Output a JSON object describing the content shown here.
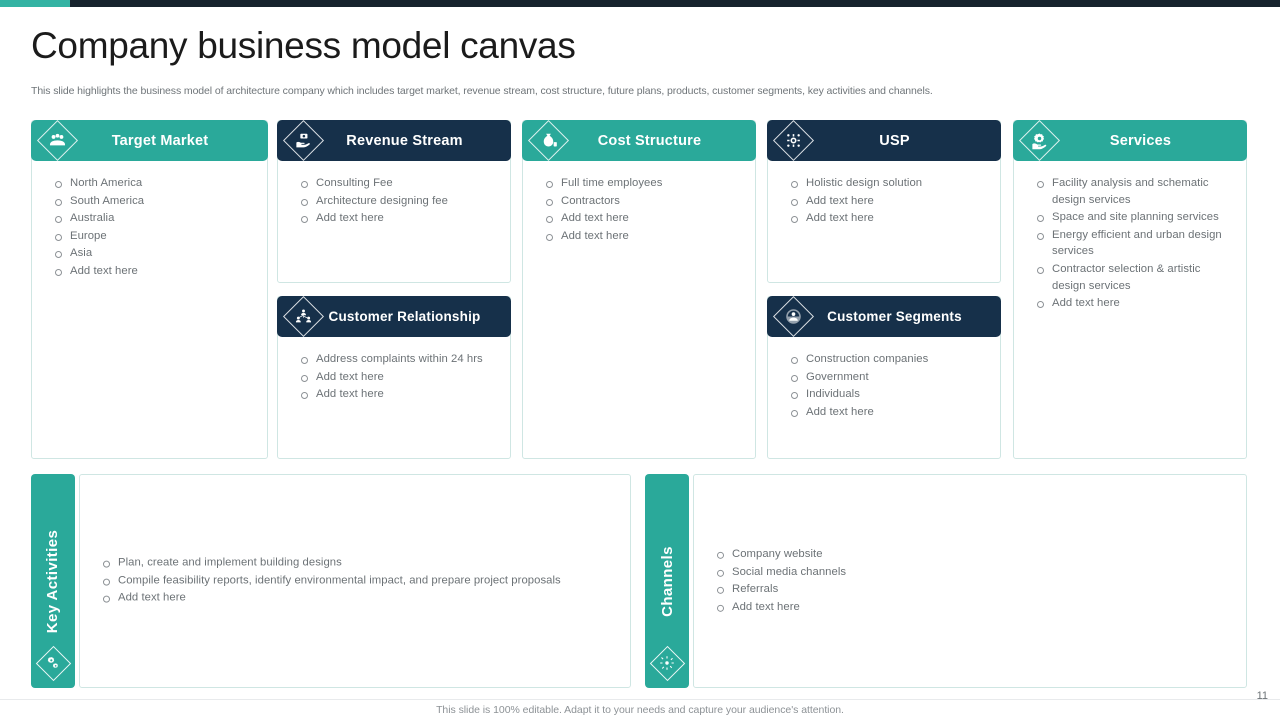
{
  "topbar": {
    "teal": "#34b3a3",
    "navy": "#16232e"
  },
  "header": {
    "title": "Company business model canvas",
    "subtitle": "This slide highlights the business model of architecture company which includes target market, revenue stream, cost structure, future plans, products, customer segments, key activities and channels."
  },
  "colors": {
    "teal": "#2aa99a",
    "navy": "#16304a",
    "border": "#cfe6e3",
    "body_text": "#6c7276"
  },
  "cards": [
    {
      "id": "target-market",
      "title": "Target Market",
      "icon": "people-group-icon",
      "theme": "teal",
      "items": [
        "North America",
        "South America",
        "Australia",
        "Europe",
        "Asia",
        "Add text here"
      ]
    },
    {
      "id": "revenue-stream",
      "title": "Revenue Stream",
      "icon": "hand-money-icon",
      "theme": "navy",
      "items": [
        "Consulting Fee",
        "Architecture designing fee",
        "Add text here"
      ]
    },
    {
      "id": "cost-structure",
      "title": "Cost Structure",
      "icon": "money-bag-icon",
      "theme": "teal",
      "items": [
        "Full time employees",
        "Contractors",
        "Add text here",
        "Add text here"
      ]
    },
    {
      "id": "usp",
      "title": "USP",
      "icon": "gear-network-icon",
      "theme": "navy",
      "items": [
        "Holistic design solution",
        "Add text here",
        "Add text here"
      ]
    },
    {
      "id": "services",
      "title": "Services",
      "icon": "hand-gear-icon",
      "theme": "teal",
      "items": [
        "Facility analysis and schematic design services",
        "Space and site planning services",
        "Energy efficient and urban design services",
        "Contractor selection & artistic design services",
        "Add text here"
      ]
    },
    {
      "id": "customer-relationship",
      "title": "Customer Relationship",
      "icon": "people-connection-icon",
      "theme": "navy",
      "items": [
        "Address complaints within 24 hrs",
        "Add text here",
        "Add text here"
      ]
    },
    {
      "id": "customer-segments",
      "title": "Customer Segments",
      "icon": "people-circle-icon",
      "theme": "navy",
      "items": [
        "Construction companies",
        "Government",
        "Individuals",
        "Add text here"
      ]
    }
  ],
  "panels": [
    {
      "id": "key-activities",
      "label": "Key Activities",
      "icon": "gears-icon",
      "items": [
        "Plan, create and implement building designs",
        "Compile feasibility reports, identify environmental impact, and prepare project proposals",
        "Add text here"
      ]
    },
    {
      "id": "channels",
      "label": "Channels",
      "icon": "broadcast-icon",
      "items": [
        "Company website",
        "Social media channels",
        "Referrals",
        "Add text here"
      ]
    }
  ],
  "footer": {
    "note": "This slide is 100% editable. Adapt it to your needs and capture your audience's attention.",
    "page_number": "11"
  }
}
